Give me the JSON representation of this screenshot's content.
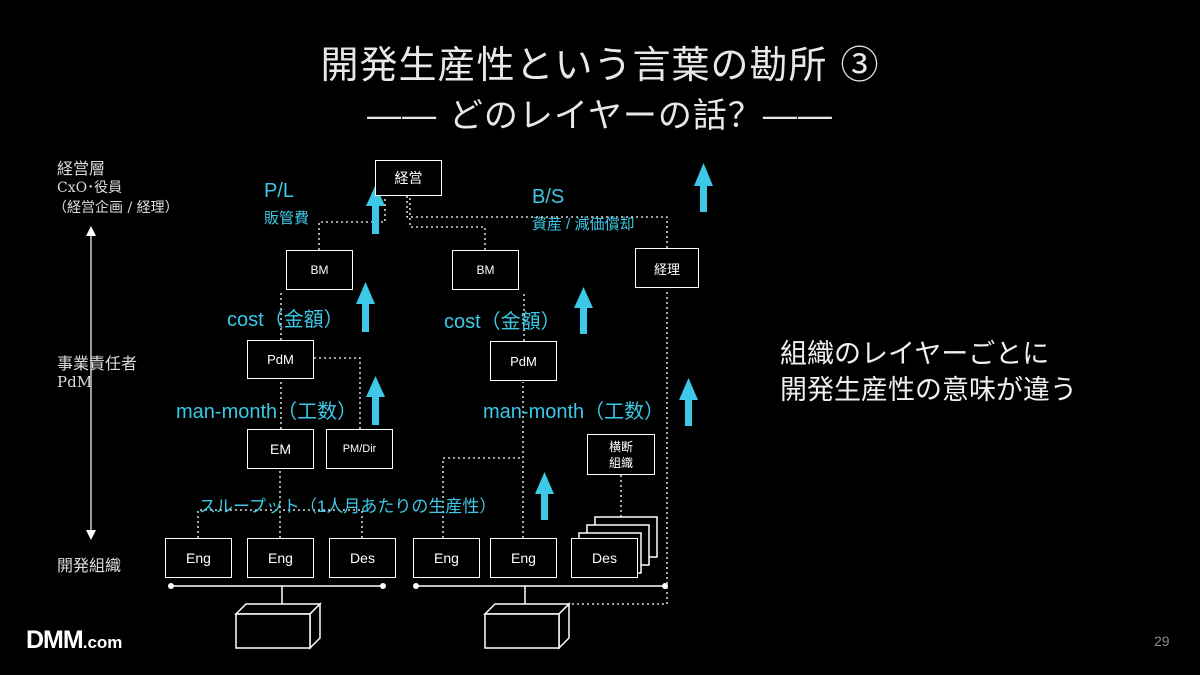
{
  "title": {
    "line1": "開発生産性という言葉の勘所 ③",
    "line2": "―― どのレイヤーの話？――"
  },
  "layers": {
    "top_name": "経営層",
    "top_sub": "CxO･役員",
    "top_sub2": "（経営企画 / 経理）",
    "mid_name": "事業責任者",
    "mid_sub": "PdM",
    "bottom_name": "開発組織"
  },
  "boxes": {
    "keiei": "経営",
    "bm": "BM",
    "keiri": "経理",
    "pdm": "PdM",
    "em": "EM",
    "pm_dir": "PM/Dir",
    "oudan_line1": "横断",
    "oudan_line2": "組織",
    "eng": "Eng",
    "des": "Des"
  },
  "labels": {
    "pl": "P/L",
    "pl_sub": "販管費",
    "bs": "B/S",
    "bs_sub": "資産 / 減価償却",
    "cost": "cost（金額）",
    "manmonth": "man-month（工数）",
    "throughput": "スループット（1人月あたりの生産性）"
  },
  "side_text": {
    "line1": "組織のレイヤーごとに",
    "line2": "開発生産性の意味が違う"
  },
  "footer": {
    "logo_dmm": "DMM",
    "logo_com": ".com",
    "page_number": "29"
  },
  "colors": {
    "background": "#000000",
    "accent": "#3cc8e6",
    "text": "#ffffff"
  }
}
